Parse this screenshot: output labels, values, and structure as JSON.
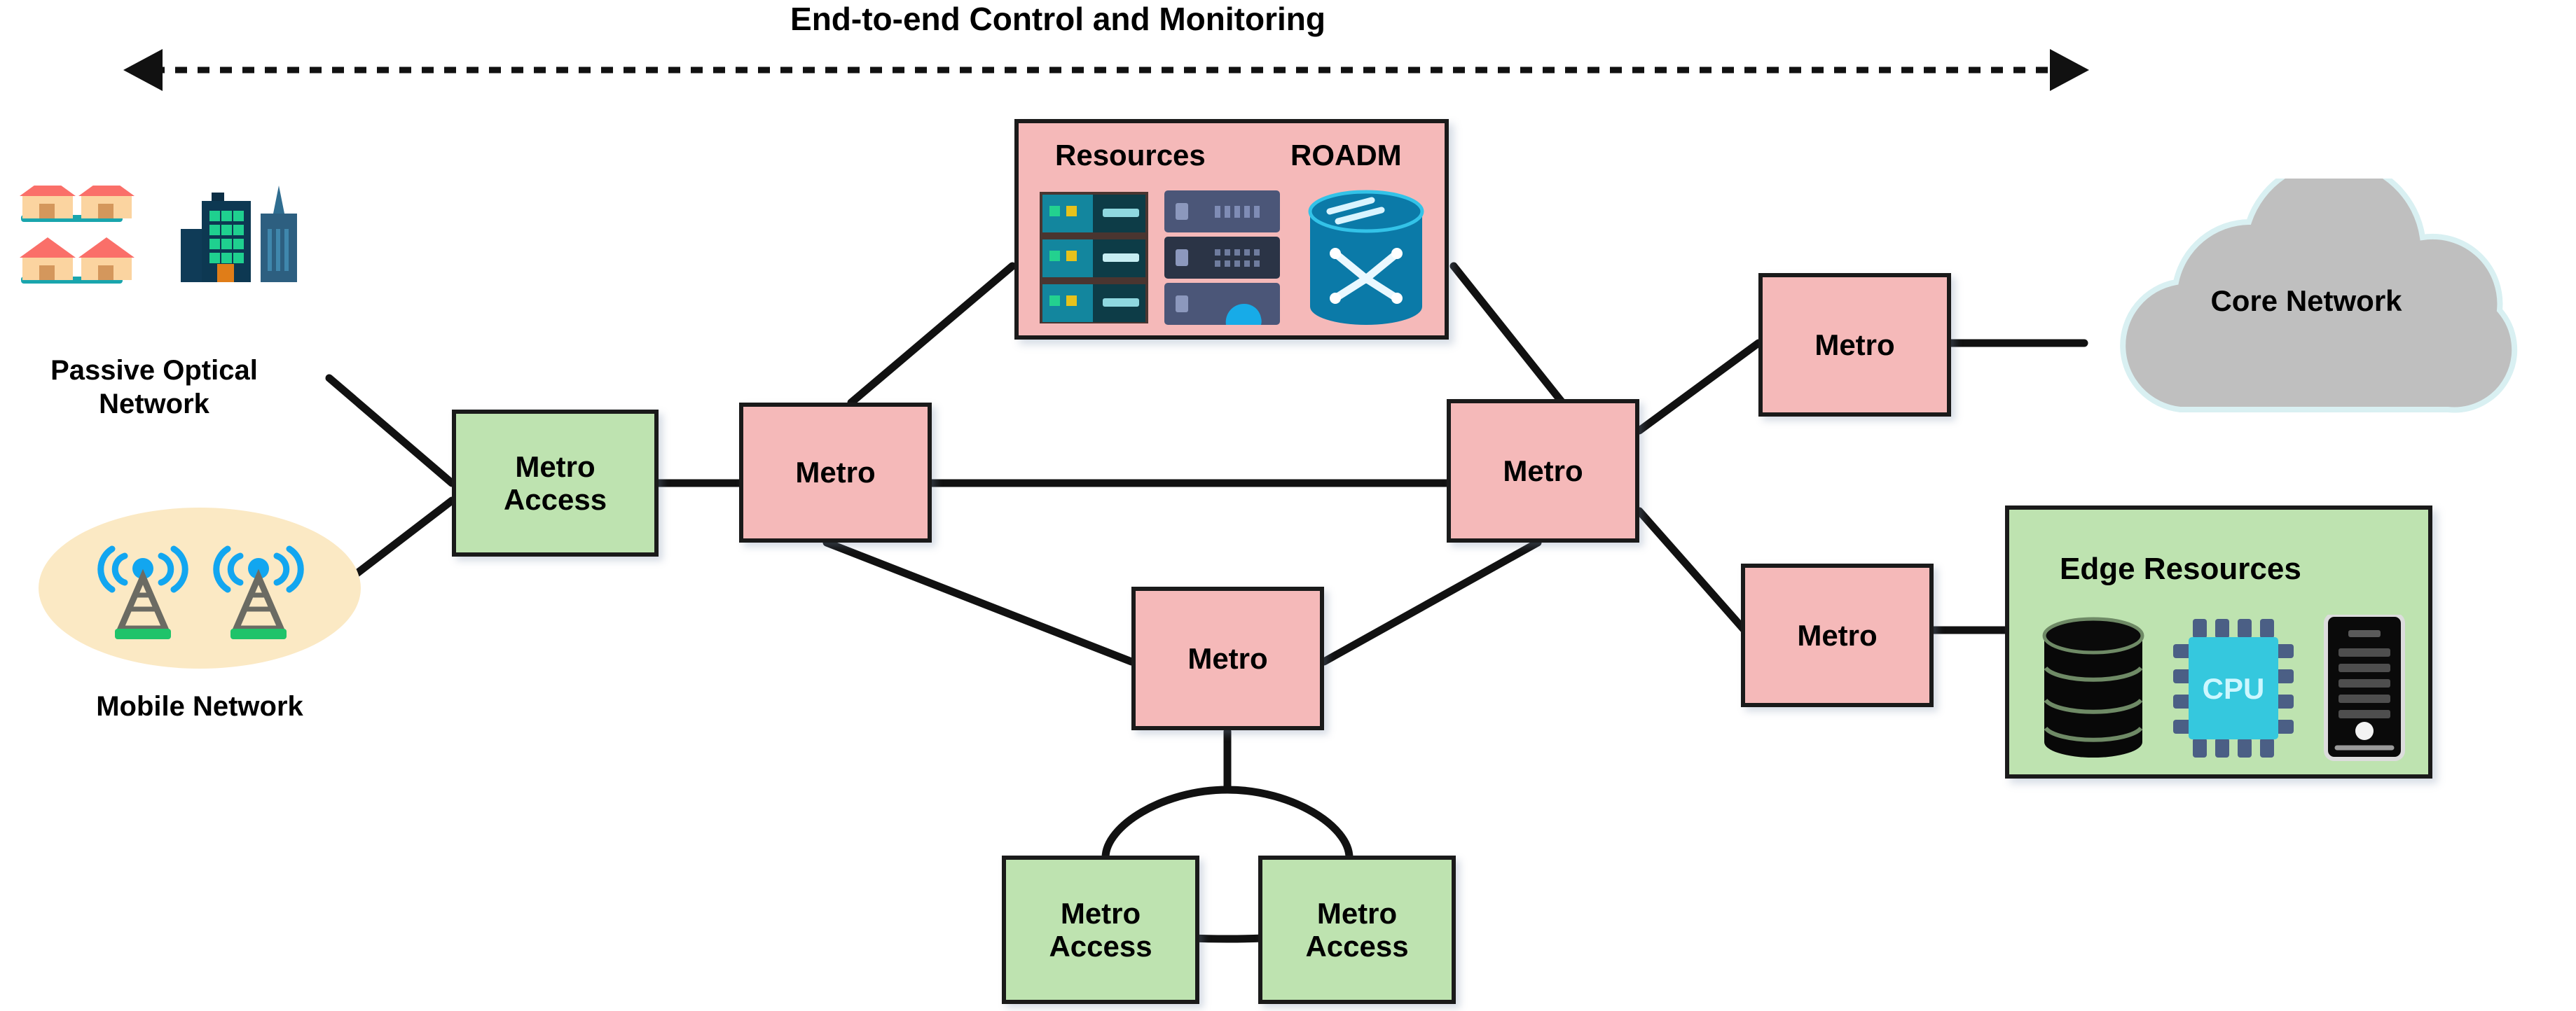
{
  "diagram": {
    "title": "End-to-end Control and Monitoring",
    "arrow": {
      "name": "double-headed-dotted-arrow",
      "style": "dotted",
      "heads": "both"
    },
    "colors": {
      "metro_fill": "#f5b9b9",
      "access_fill": "#bee3b0",
      "panel_resources_fill": "#f5b9b9",
      "panel_edge_fill": "#bee3b0",
      "cloud_fill": "#bfbfbf",
      "mobile_ellipse_fill": "#fbe9c4",
      "border": "#1a1a1a",
      "cpu_accent": "#35c8de",
      "roadm_accent": "#0b7aa8"
    },
    "left_access": [
      {
        "name": "passive-optical-network",
        "label": "Passive Optical\nNetwork",
        "icons": [
          "house-icon",
          "house-icon",
          "house-icon",
          "house-icon",
          "city-buildings-icon"
        ]
      },
      {
        "name": "mobile-network",
        "label": "Mobile Network",
        "icons": [
          "cell-tower-icon",
          "cell-tower-icon"
        ]
      }
    ],
    "nodes": [
      {
        "id": "metro-access-left",
        "type": "access",
        "label_line1": "Metro",
        "label_line2": "Access"
      },
      {
        "id": "metro-left",
        "type": "metro",
        "label_line1": "Metro",
        "label_line2": ""
      },
      {
        "id": "metro-right",
        "type": "metro",
        "label_line1": "Metro",
        "label_line2": ""
      },
      {
        "id": "metro-bottom",
        "type": "metro",
        "label_line1": "Metro",
        "label_line2": ""
      },
      {
        "id": "metro-top-right",
        "type": "metro",
        "label_line1": "Metro",
        "label_line2": ""
      },
      {
        "id": "metro-bottom-right",
        "type": "metro",
        "label_line1": "Metro",
        "label_line2": ""
      },
      {
        "id": "metro-access-bottom-left",
        "type": "access",
        "label_line1": "Metro",
        "label_line2": "Access"
      },
      {
        "id": "metro-access-bottom-right",
        "type": "access",
        "label_line1": "Metro",
        "label_line2": "Access"
      }
    ],
    "panels": [
      {
        "id": "resources-roadm-panel",
        "fill": "#f5b9b9",
        "titles": [
          "Resources",
          "ROADM"
        ],
        "icons": [
          "server-rack-icon",
          "server-stack-cloud-icon",
          "roadm-cylinder-icon"
        ]
      },
      {
        "id": "edge-resources-panel",
        "fill": "#bee3b0",
        "titles": [
          "Edge Resources"
        ],
        "icons": [
          "database-icon",
          "cpu-icon",
          "server-tower-icon"
        ],
        "cpu_label": "CPU"
      }
    ],
    "core": {
      "name": "core-network-cloud",
      "label": "Core Network"
    }
  }
}
